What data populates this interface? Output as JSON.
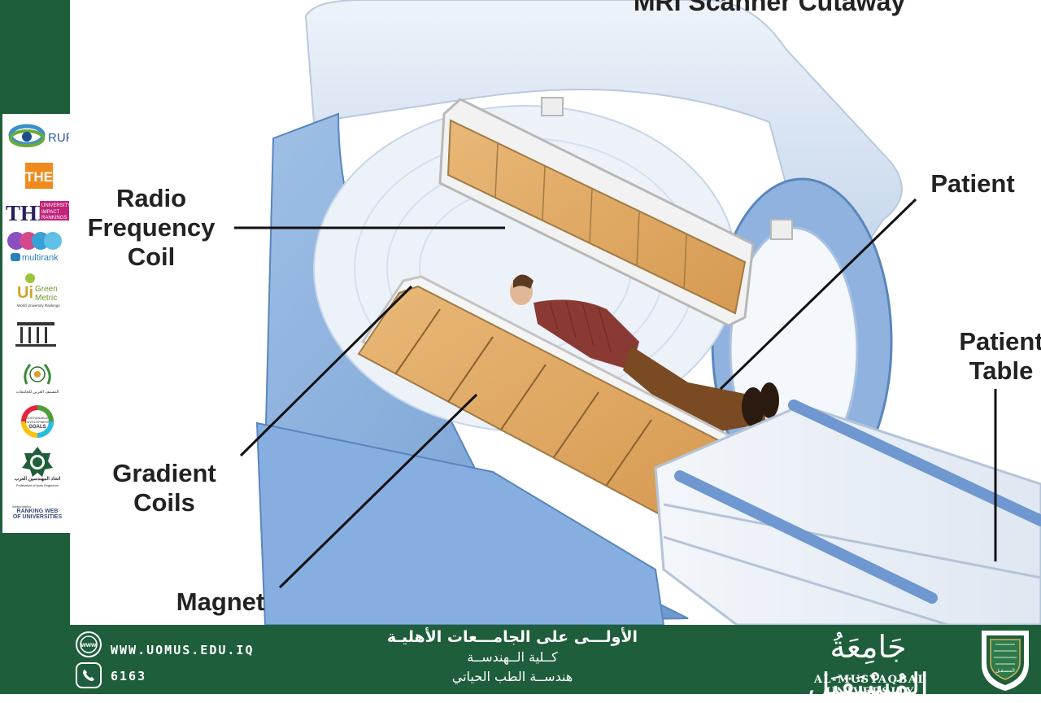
{
  "diagram": {
    "title": "MRI Scanner Cutaway",
    "labels": {
      "rf_coil": "Radio\nFrequency\nCoil",
      "patient": "Patient",
      "patient_table": "Patient\nTable",
      "gradient_coils": "Gradient\nCoils",
      "magnet": "Magnet"
    }
  },
  "rankings": {
    "rur": "RUR",
    "the": "THE",
    "the_impact": "THE",
    "the_impact_sub": "UNIVERSITY\nIMPACT\nRANKINGS",
    "multirank": "multirank",
    "greenmetric": "UI Green Metric",
    "greenmetric_sub": "World University Rankings",
    "arab": "التصنيف العربي للجامعات",
    "sdg": "SUSTAINABLE\nDEVELOPMENT\nGOALS",
    "fae": "اتحاد المهندسين العرب",
    "fae_sub": "Federation of Arab Engineers",
    "webometrics_small": "Webometrics",
    "webometrics": "RANKING WEB\nOF UNIVERSITIES"
  },
  "footer": {
    "website": "WWW.UOMUS.EDU.IQ",
    "phone": "6163",
    "www_icon_text": "www",
    "ar_line1": "الأولـــى على الجامـــعات الأهليـة",
    "ar_line2": "كــلية الــهندســة",
    "ar_line3": "هندســة الطب الحياتي",
    "brand_ar": "جَامِعَةُ المُسْتَقبَل",
    "brand_en": "AL-MUSTAQBAL UNIVERSITY",
    "crest_text": "المستقبل"
  },
  "colors": {
    "brand_green": "#1e5e3a",
    "magnet_blue": "#7ea9d8",
    "coil_orange": "#e0a862"
  }
}
